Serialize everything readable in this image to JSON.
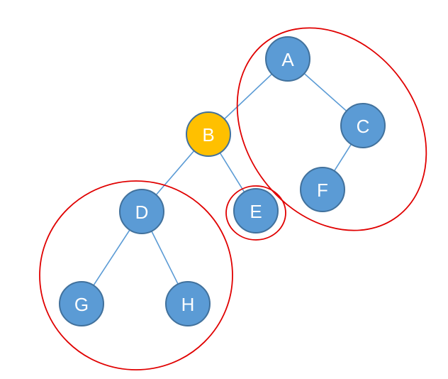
{
  "colors": {
    "node_fill": "#5b9bd5",
    "node_stroke": "#41719c",
    "highlight_fill": "#ffc000",
    "highlight_stroke": "#41719c",
    "edge": "#5b9bd5",
    "group_outline": "#e00000"
  },
  "nodes": [
    {
      "id": "A",
      "label": "A",
      "highlighted": false
    },
    {
      "id": "B",
      "label": "B",
      "highlighted": true
    },
    {
      "id": "C",
      "label": "C",
      "highlighted": false
    },
    {
      "id": "D",
      "label": "D",
      "highlighted": false
    },
    {
      "id": "E",
      "label": "E",
      "highlighted": false
    },
    {
      "id": "F",
      "label": "F",
      "highlighted": false
    },
    {
      "id": "G",
      "label": "G",
      "highlighted": false
    },
    {
      "id": "H",
      "label": "H",
      "highlighted": false
    }
  ],
  "edges": [
    {
      "from": "A",
      "to": "B"
    },
    {
      "from": "A",
      "to": "C"
    },
    {
      "from": "C",
      "to": "F"
    },
    {
      "from": "B",
      "to": "D"
    },
    {
      "from": "B",
      "to": "E"
    },
    {
      "from": "D",
      "to": "G"
    },
    {
      "from": "D",
      "to": "H"
    }
  ],
  "groups": [
    {
      "id": "group-acf",
      "members": [
        "A",
        "C",
        "F"
      ]
    },
    {
      "id": "group-dgh",
      "members": [
        "D",
        "G",
        "H"
      ]
    },
    {
      "id": "group-e",
      "members": [
        "E"
      ]
    }
  ]
}
